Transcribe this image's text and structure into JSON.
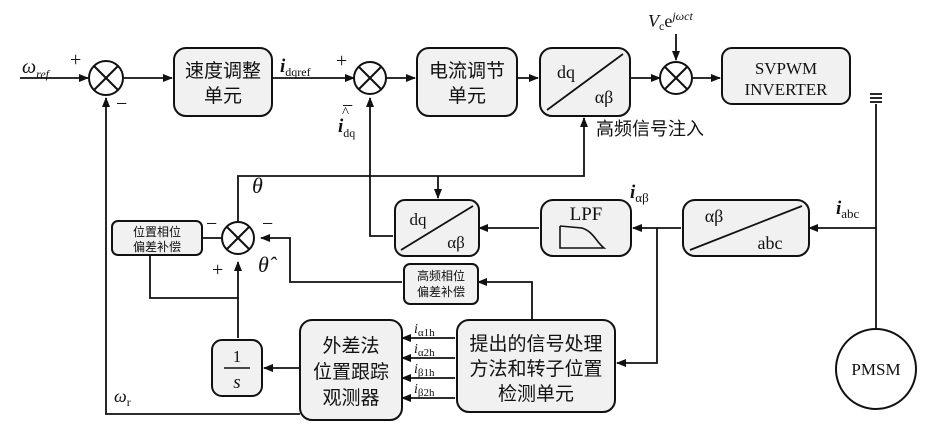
{
  "blocks": {
    "speed_reg": [
      "速度调整",
      "单元"
    ],
    "current_reg": [
      "电流调节",
      "单元"
    ],
    "svpwm": [
      "SVPWM",
      "INVERTER"
    ],
    "lpf": "LPF",
    "dq_ab": {
      "top": "dq",
      "bottom": "αβ"
    },
    "ab_abc": {
      "top": "αβ",
      "bottom": "abc"
    },
    "pos_comp": [
      "位置相位",
      "偏差补偿"
    ],
    "hf_comp": [
      "高频相位",
      "偏差补偿"
    ],
    "observer": [
      "外差法",
      "位置跟踪",
      "观测器"
    ],
    "processor": [
      "提出的信号处理",
      "方法和转子位置",
      "检测单元"
    ],
    "integrator": {
      "num": "1",
      "den": "s"
    },
    "motor": "PMSM"
  },
  "labels": {
    "omega": "ω",
    "ref": "ref",
    "omega_r_sub": "r",
    "i": "i",
    "dqref": "dqref",
    "dq": "dq",
    "alphabeta": "αβ",
    "abc": "abc",
    "theta": "θ",
    "theta_hat": "θ̂",
    "hf_injection": "高频信号注入",
    "vc_main": "V",
    "vc_sub": "c",
    "exp_e": "e",
    "exp_sup": "jωct",
    "ia1h": "α1h",
    "ia2h": "α2h",
    "ib1h": "β1h",
    "ib2h": "β2h"
  },
  "signs": {
    "plus": "+",
    "minus": "−"
  }
}
